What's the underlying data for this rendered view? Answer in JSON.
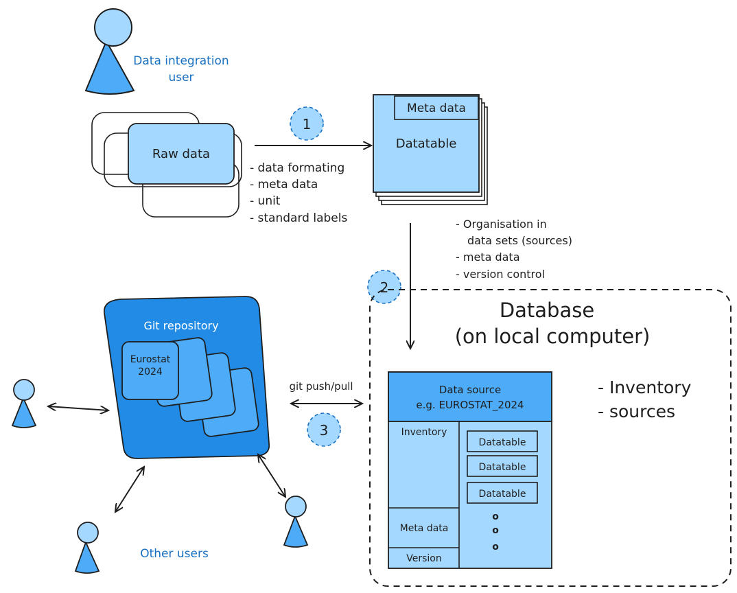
{
  "actors": {
    "integration_user_label_line1": "Data integration",
    "integration_user_label_line2": "user",
    "other_users_label": "Other users"
  },
  "raw_data": {
    "label": "Raw data",
    "notes": [
      "- data formating",
      "- meta data",
      "- unit",
      "- standard labels"
    ]
  },
  "datatable_stack": {
    "meta_label": "Meta data",
    "label": "Datatable"
  },
  "steps": {
    "step1": "1",
    "step2": "2",
    "step3": "3"
  },
  "organisation_notes": [
    "- Organisation in",
    "data sets (sources)",
    "- meta data",
    "- version control"
  ],
  "database": {
    "title_line1": "Database",
    "title_line2": "(on local computer)",
    "notes": [
      "- Inventory",
      "- sources"
    ],
    "data_source_line1": "Data source",
    "data_source_line2": "e.g. EUROSTAT_2024",
    "inventory_label": "Inventory",
    "meta_label": "Meta data",
    "version_label": "Version",
    "datatables": [
      "Datatable",
      "Datatable",
      "Datatable"
    ],
    "ellipsis": [
      "o",
      "o",
      "o"
    ]
  },
  "git": {
    "repo_label": "Git repository",
    "card_line1": "Eurostat",
    "card_line2": "2024",
    "push_pull_label": "git push/pull"
  },
  "colors": {
    "light_blue": "#a5d8ff",
    "mid_blue": "#4dabf7",
    "dark_blue": "#228be6",
    "stroke": "#1e1e1e",
    "label_blue": "#1971c2"
  }
}
